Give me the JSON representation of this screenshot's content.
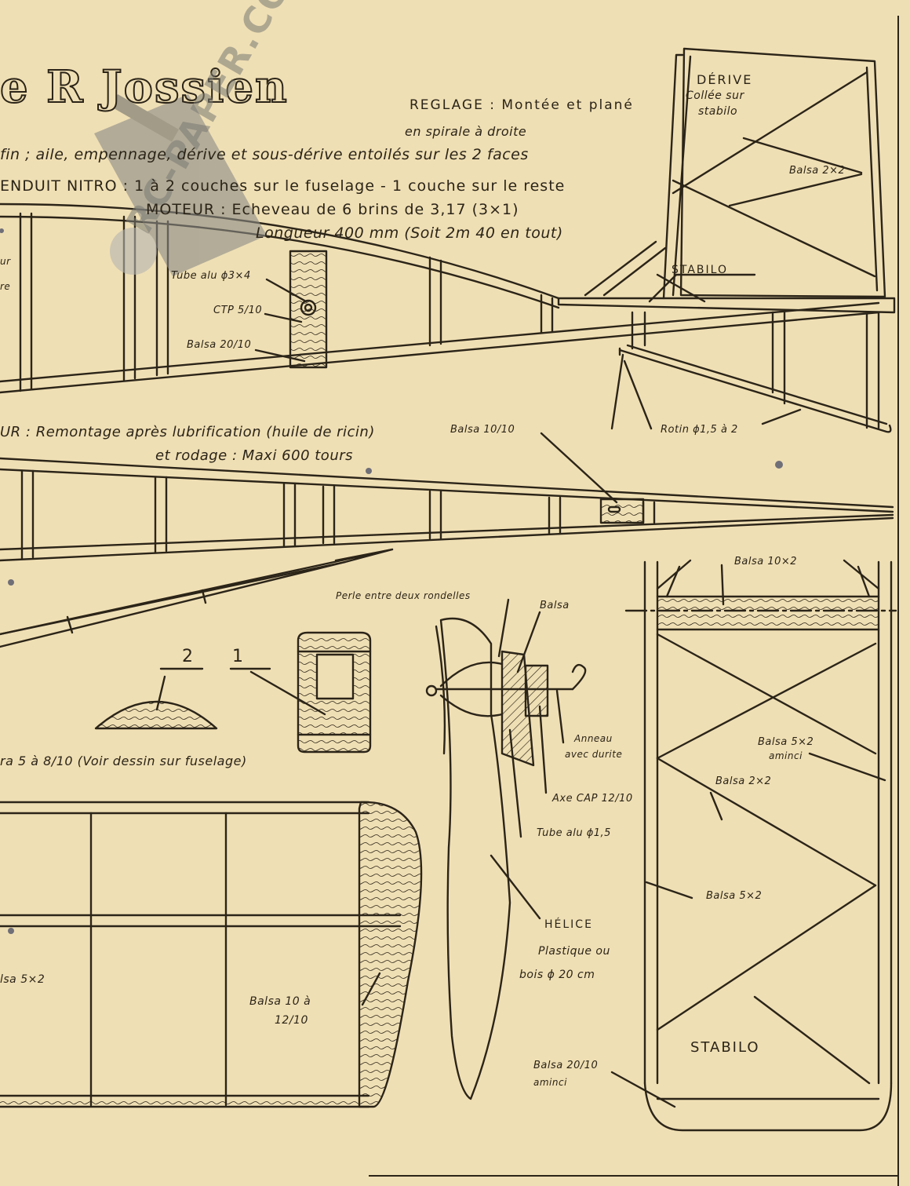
{
  "title": "e R Jossien",
  "watermark": "RC-PAPER.COM",
  "notes": {
    "reglage_1": "REGLAGE : Montée et plané",
    "reglage_2": "en spirale à droite",
    "entoilage": "fin ; aile, empennage, dérive et sous-dérive entoilés sur les 2 faces",
    "enduit": "ENDUIT NITRO : 1 à 2 couches sur le fuselage - 1 couche sur le reste",
    "moteur": "MOTEUR : Echeveau de 6 brins de 3,17 (3×1)",
    "longueur": "Longueur 400 mm (Soit 2m 40 en tout)",
    "remontage_1": "UR : Remontage après lubrification (huile de ricin)",
    "remontage_2": "et rodage : Maxi 600 tours",
    "coffrage": "ra 5 à 8/10 (Voir dessin sur fuselage)",
    "edge_1": "ur",
    "edge_2": "re"
  },
  "derive": {
    "title": "DÉRIVE",
    "sub_1": "Collée sur",
    "sub_2": "stabilo",
    "balsa": "Balsa 2×2",
    "stabilo": "STABILO"
  },
  "fuselage_side": {
    "tube": "Tube alu ϕ3×4",
    "ctp": "CTP 5/10",
    "balsa": "Balsa 20/10",
    "rotin": "Rotin ϕ1,5 à 2"
  },
  "fuselage_top": {
    "balsa": "Balsa 10/10"
  },
  "sections": {
    "n2": "2",
    "n1": "1"
  },
  "propeller": {
    "perle": "Perle entre deux rondelles",
    "balsa": "Balsa",
    "anneau_1": "Anneau",
    "anneau_2": "avec durite",
    "axe": "Axe CAP 12/10",
    "tube": "Tube alu ϕ1,5",
    "helice": "HÉLICE",
    "plastique": "Plastique ou",
    "bois": "bois ϕ 20 cm"
  },
  "stabilo_plan": {
    "balsa_10x2": "Balsa 10×2",
    "balsa_5x2_a": "Balsa 5×2",
    "aminci": "aminci",
    "balsa_2x2": "Balsa 2×2",
    "balsa_5x2_b": "Balsa 5×2",
    "title": "STABILO",
    "balsa_20_10": "Balsa 20/10",
    "aminci_2": "aminci"
  },
  "wing": {
    "balsa_5x2": "lsa 5×2",
    "balsa_10_1": "Balsa 10 à",
    "balsa_10_2": "12/10"
  },
  "colors": {
    "paper": "#efdfb4",
    "ink": "#2b2418",
    "hole_punch": "#6f6f78"
  }
}
